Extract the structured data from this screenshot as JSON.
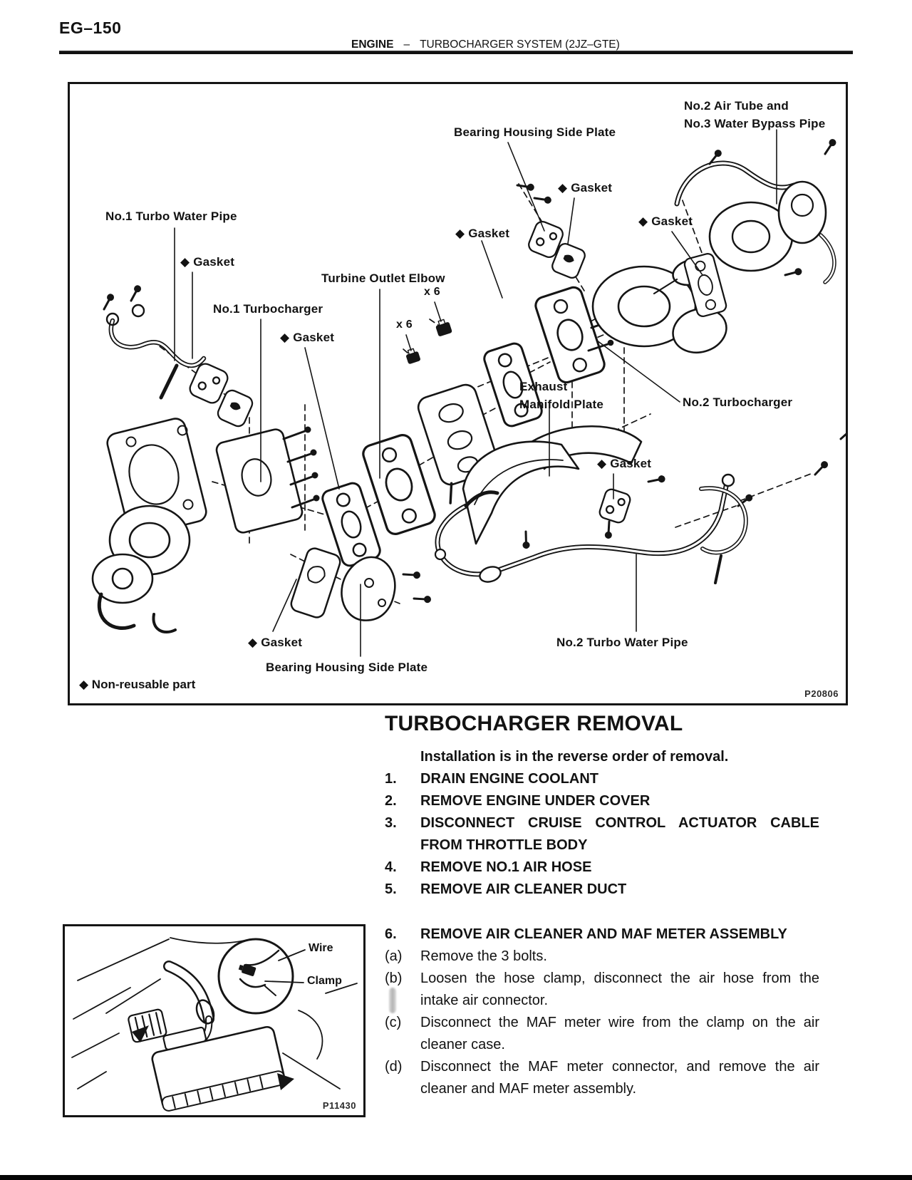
{
  "header": {
    "page_number": "EG–150",
    "section": "ENGINE",
    "separator": "–",
    "title": "TURBOCHARGER SYSTEM (2JZ–GTE)"
  },
  "diagram": {
    "figure_code": "P20806",
    "legend": "◆ Non-reusable part",
    "labels": {
      "no1_turbo_water_pipe": "No.1 Turbo Water Pipe",
      "gasket_left": "◆ Gasket",
      "turbine_outlet_elbow": "Turbine Outlet Elbow",
      "no1_turbocharger": "No.1 Turbocharger",
      "gasket_center": "◆ Gasket",
      "x6_upper": "x 6",
      "x6_lower": "x 6",
      "bearing_housing_side_plate_top": "Bearing Housing Side Plate",
      "gasket_top_center": "◆ Gasket",
      "gasket_mid_left": "◆ Gasket",
      "no2_air_tube": "No.2 Air Tube and\nNo.3 Water Bypass Pipe",
      "gasket_top_right": "◆ Gasket",
      "exhaust_manifold_plate": "Exhaust\nManifold Plate",
      "no2_turbocharger": "No.2 Turbocharger",
      "gasket_right": "◆ Gasket",
      "gasket_bottom": "◆ Gasket",
      "bearing_housing_side_plate_bottom": "Bearing Housing Side Plate",
      "no2_turbo_water_pipe": "No.2 Turbo Water Pipe"
    }
  },
  "inset": {
    "figure_code": "P11430",
    "labels": {
      "wire": "Wire",
      "clamp": "Clamp"
    }
  },
  "procedure": {
    "title": "TURBOCHARGER REMOVAL",
    "subtitle": "Installation is in the reverse order of removal.",
    "steps": [
      {
        "num": "1.",
        "text": "DRAIN ENGINE COOLANT"
      },
      {
        "num": "2.",
        "text": "REMOVE ENGINE UNDER COVER"
      },
      {
        "num": "3.",
        "text": "DISCONNECT CRUISE CONTROL ACTUATOR CABLE FROM THROTTLE BODY"
      },
      {
        "num": "4.",
        "text": "REMOVE NO.1 AIR HOSE"
      },
      {
        "num": "5.",
        "text": "REMOVE AIR CLEANER DUCT"
      }
    ],
    "step6": {
      "num": "6.",
      "text": "REMOVE AIR CLEANER AND MAF METER ASSEMBLY"
    },
    "substeps": [
      {
        "num": "(a)",
        "text": "Remove the 3 bolts."
      },
      {
        "num": "(b)",
        "text": "Loosen the hose clamp, disconnect the air hose from the intake air connector."
      },
      {
        "num": "(c)",
        "text": "Disconnect the MAF meter wire from the clamp on the air cleaner case."
      },
      {
        "num": "(d)",
        "text": "Disconnect the MAF meter connector, and remove the air cleaner and MAF meter assembly."
      }
    ]
  }
}
